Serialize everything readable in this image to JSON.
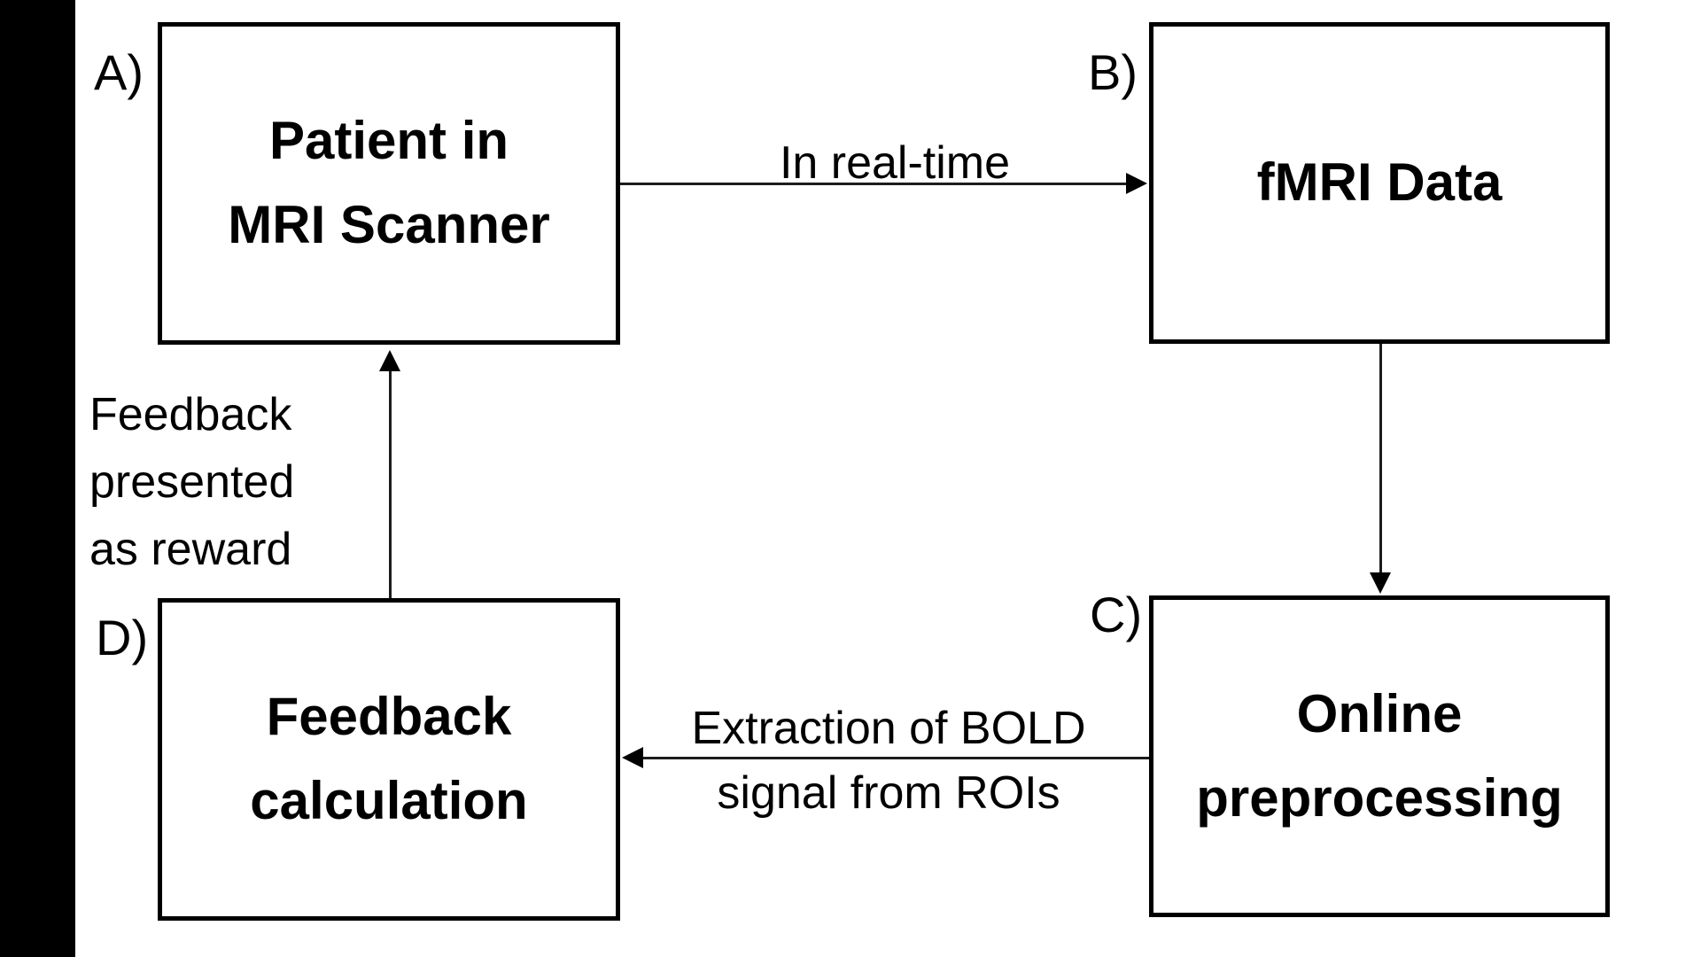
{
  "diagram": {
    "title_none_visible": "",
    "colors": {
      "background": "#ffffff",
      "ink": "#000000",
      "sidebar": "#000000"
    },
    "boxes": {
      "a": {
        "tag": "A)",
        "line1": "Patient in",
        "line2": "MRI Scanner"
      },
      "b": {
        "tag": "B)",
        "line1": "fMRI Data"
      },
      "c": {
        "tag": "C)",
        "line1": "Online",
        "line2": "preprocessing"
      },
      "d": {
        "tag": "D)",
        "line1": "Feedback",
        "line2": "calculation"
      }
    },
    "arrows": {
      "a_to_b": {
        "direction": "right",
        "label_line1": "In real-time"
      },
      "b_to_c": {
        "direction": "down"
      },
      "c_to_d": {
        "direction": "left",
        "label_line1": "Extraction of BOLD",
        "label_line2": "signal from ROIs"
      },
      "d_to_a": {
        "direction": "up",
        "label_line1": "Feedback",
        "label_line2": "presented",
        "label_line3": "as reward"
      }
    }
  }
}
